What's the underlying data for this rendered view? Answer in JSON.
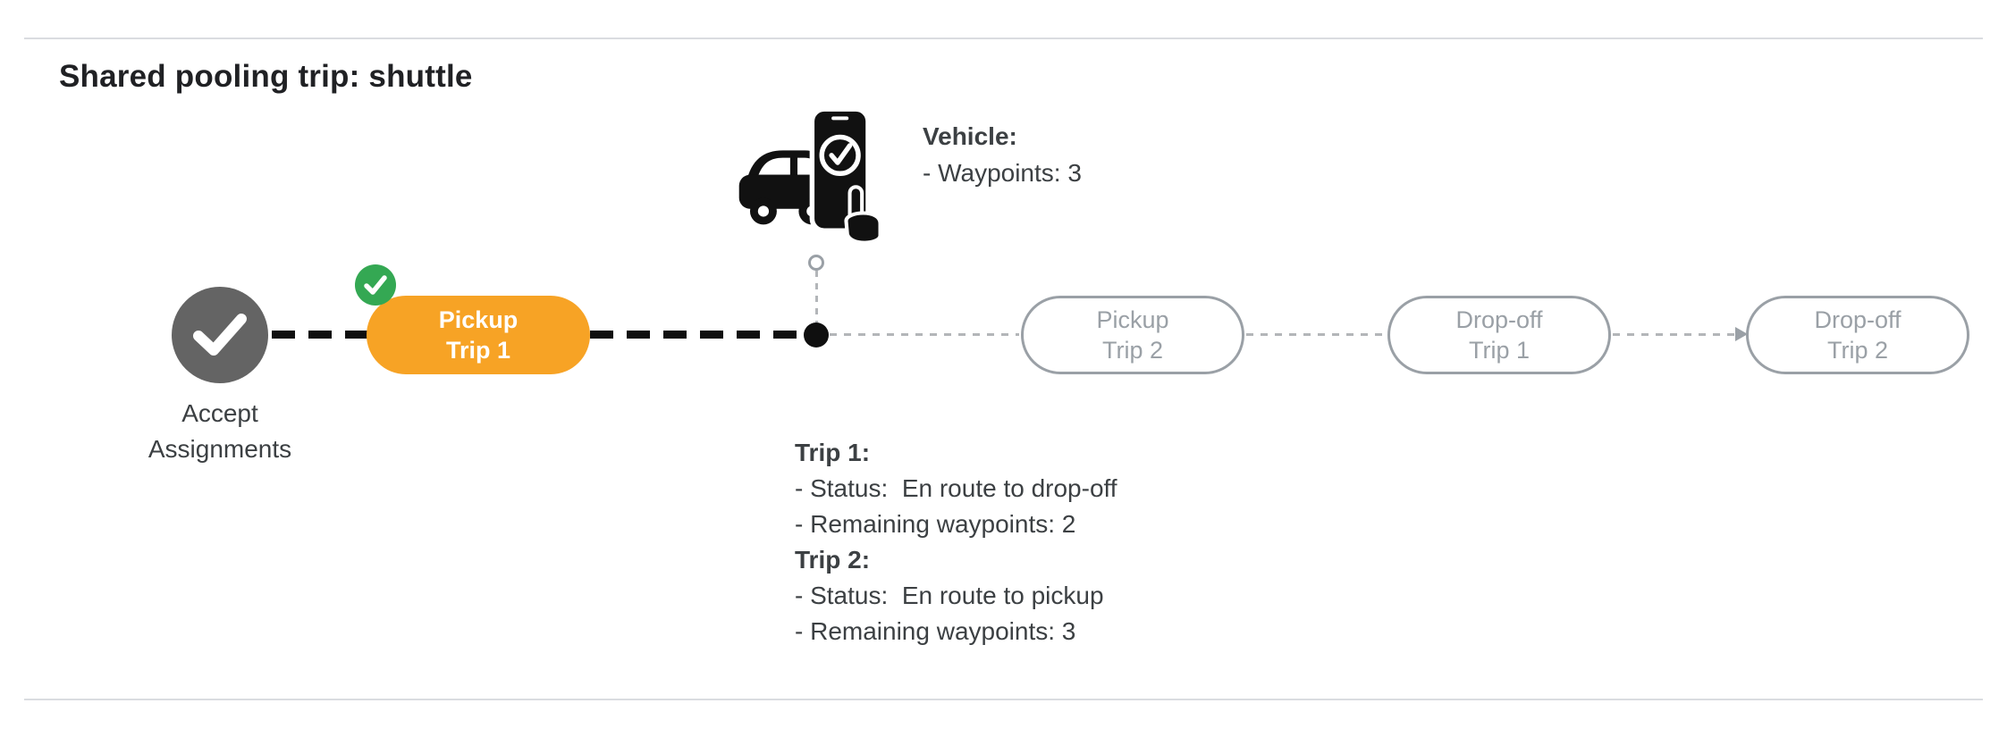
{
  "page": {
    "title": "Shared pooling trip: shuttle"
  },
  "vehicle_info": {
    "heading": "Vehicle:",
    "waypoints_line": "- Waypoints: 3"
  },
  "timeline": {
    "accept_label_line1": "Accept",
    "accept_label_line2": "Assignments",
    "nodes": [
      {
        "line1": "Pickup",
        "line2": "Trip 1",
        "state": "current"
      },
      {
        "line1": "Pickup",
        "line2": "Trip 2",
        "state": "upcoming"
      },
      {
        "line1": "Drop-off",
        "line2": "Trip 1",
        "state": "upcoming"
      },
      {
        "line1": "Drop-off",
        "line2": "Trip 2",
        "state": "upcoming"
      }
    ]
  },
  "trip_status": {
    "sections": [
      {
        "heading": "Trip 1:",
        "lines": [
          "- Status:  En route to drop-off",
          "- Remaining waypoints: 2"
        ]
      },
      {
        "heading": "Trip 2:",
        "lines": [
          "- Status:  En route to pickup",
          "- Remaining waypoints: 3"
        ]
      }
    ]
  },
  "icons": {
    "accept_node": "check-icon",
    "active_pill_badge": "check-badge-icon",
    "vehicle": "vehicle-phone-check-icon"
  },
  "colors": {
    "active_pill_orange": "#F7A325",
    "check_green": "#34A853",
    "accept_circle_gray": "#646464",
    "upcoming_gray": "#9AA0A6",
    "divider_gray": "#DADCE0",
    "timeline_black": "#0f0f0f"
  }
}
